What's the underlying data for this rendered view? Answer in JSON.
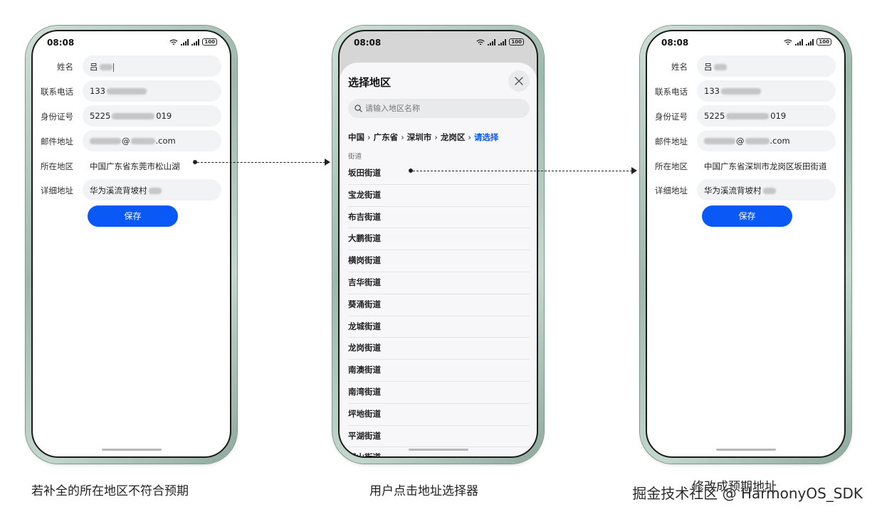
{
  "status_time": "08:08",
  "battery": "100",
  "form_labels": {
    "name": "姓名",
    "phone": "联系电话",
    "id": "身份证号",
    "email": "邮件地址",
    "region": "所在地区",
    "detail": "详细地址"
  },
  "phone1": {
    "name_value": "吕",
    "phone_value": "133",
    "id_prefix": "5225",
    "id_suffix": "019",
    "email_domain_at": "@",
    "email_tld": ".com",
    "region_value": "中国广东省东莞市松山湖",
    "detail_value": "华为溪流背坡村",
    "save_label": "保存"
  },
  "phone3": {
    "name_value": "吕",
    "phone_value": "133",
    "id_prefix": "5225",
    "id_suffix": "019",
    "email_domain_at": "@",
    "email_tld": ".com",
    "region_value": "中国广东省深圳市龙岗区坂田街道",
    "detail_value": "华为溪流背坡村",
    "save_label": "保存"
  },
  "picker": {
    "title": "选择地区",
    "search_placeholder": "请输入地区名称",
    "breadcrumb": [
      "中国",
      "广东省",
      "深圳市",
      "龙岗区"
    ],
    "breadcrumb_choose": "请选择",
    "section_label": "街道",
    "streets": [
      "坂田街道",
      "宝龙街道",
      "布吉街道",
      "大鹏街道",
      "横岗街道",
      "吉华街道",
      "葵涌街道",
      "龙城街道",
      "龙岗街道",
      "南澳街道",
      "南湾街道",
      "坪地街道",
      "平湖街道",
      "园山街道"
    ]
  },
  "captions": {
    "left": "若补全的所在地区不符合预期",
    "middle": "用户点击地址选择器",
    "right": "修改成预期地址"
  },
  "watermark": "掘金技术社区 @ HarmonyOS_SDK"
}
